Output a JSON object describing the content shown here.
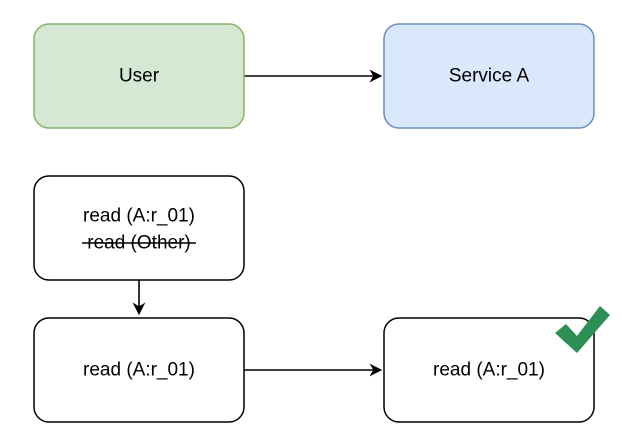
{
  "nodes": {
    "user": {
      "label": "User",
      "fill": "#d5e8d4",
      "stroke": "#82b366"
    },
    "service_a": {
      "label": "Service A",
      "fill": "#dae8fc",
      "stroke": "#6c8ebf"
    },
    "permissions_box": {
      "line1": "read (A:r_01)",
      "line2_struck": "read (Other)",
      "fill": "#ffffff",
      "stroke": "#000000"
    },
    "middle_box": {
      "label": "read (A:r_01)",
      "fill": "#ffffff",
      "stroke": "#000000"
    },
    "result_box": {
      "label": "read (A:r_01)",
      "fill": "#ffffff",
      "stroke": "#000000"
    }
  },
  "edges": [
    {
      "from": "user",
      "to": "service_a"
    },
    {
      "from": "permissions_box",
      "to": "middle_box"
    },
    {
      "from": "middle_box",
      "to": "result_box"
    }
  ],
  "icons": {
    "check": {
      "name": "checkmark-icon",
      "color": "#2d8f55"
    }
  }
}
